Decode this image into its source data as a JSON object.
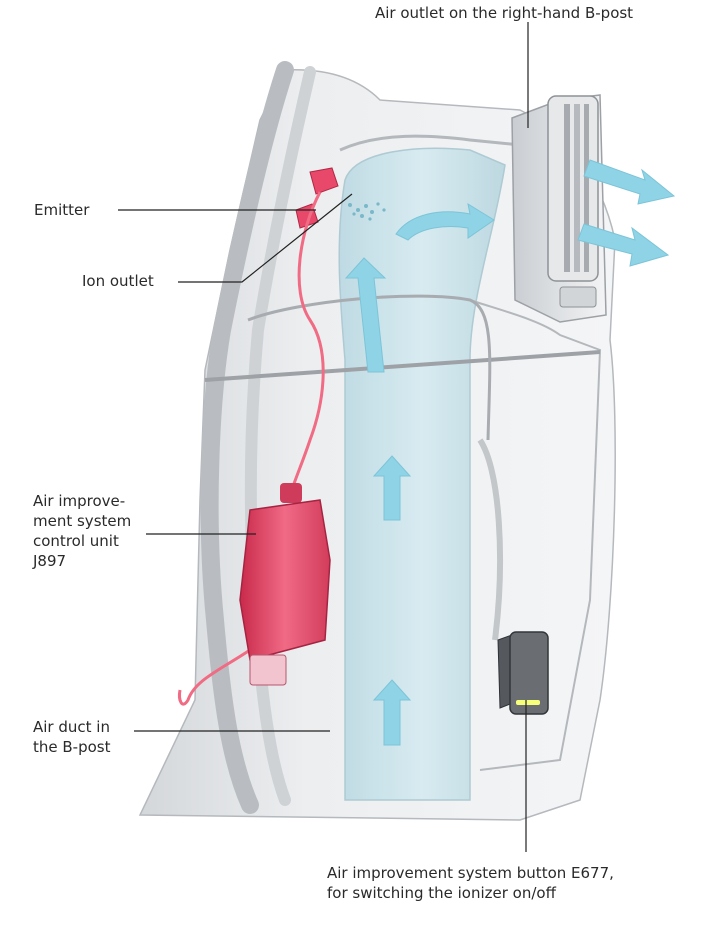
{
  "labels": {
    "b_post_outlet": "Air outlet on the right-hand B-post",
    "emitter": "Emitter",
    "ion_outlet": "Ion outlet",
    "control_unit": "Air improve-\nment system\ncontrol unit\nJ897",
    "air_duct": "Air duct in\nthe B-post",
    "button": "Air improvement system button E677,\nfor switching the ionizer on/off"
  },
  "colors": {
    "arrow": "#8fd3e6",
    "control_unit": "#e8496a",
    "cable": "#f06b83",
    "panel": "#e6e8ea",
    "duct": "#c9e2ea",
    "leader": "#222222"
  }
}
